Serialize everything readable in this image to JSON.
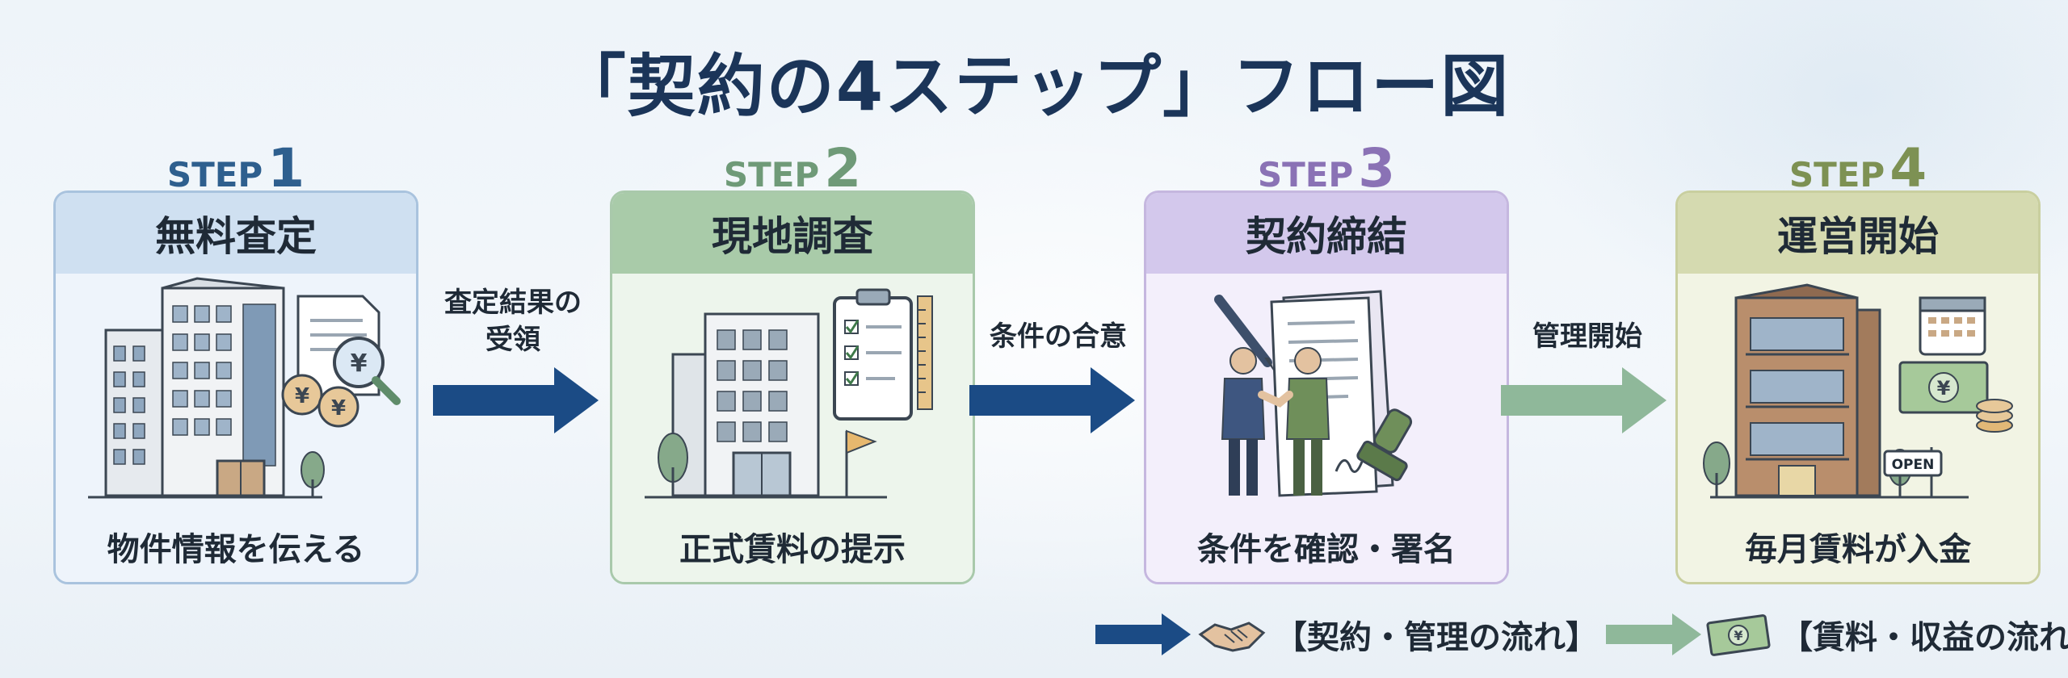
{
  "title": "「契約の4ステップ」フロー図",
  "steps": [
    {
      "step_word": "STEP",
      "number": "1",
      "heading": "無料査定",
      "caption": "物件情報を伝える",
      "color": "#2e5f8e"
    },
    {
      "step_word": "STEP",
      "number": "2",
      "heading": "現地調査",
      "caption": "正式賃料の提示",
      "color": "#6f9a78"
    },
    {
      "step_word": "STEP",
      "number": "3",
      "heading": "契約締結",
      "caption": "条件を確認・署名",
      "color": "#8a72b5"
    },
    {
      "step_word": "STEP",
      "number": "4",
      "heading": "運営開始",
      "caption": "毎月賃料が入金",
      "color": "#7d9153"
    }
  ],
  "connectors": [
    {
      "line1": "査定結果の",
      "line2": "受領",
      "color": "#1b4b85"
    },
    {
      "line1": "条件の合意",
      "line2": "",
      "color": "#1b4b85"
    },
    {
      "line1": "管理開始",
      "line2": "",
      "color": "#8fb89a"
    }
  ],
  "icons": {
    "step1": [
      "office-building-icon",
      "document-icon",
      "magnifier-yen-icon",
      "yen-coins-icon",
      "tree-icon"
    ],
    "step2": [
      "building-icon",
      "clipboard-checklist-icon",
      "ruler-icon",
      "flag-icon",
      "tree-icon"
    ],
    "step3": [
      "pen-icon",
      "handshake-people-icon",
      "contract-document-icon",
      "stamp-icon"
    ],
    "step4": [
      "apartment-icon",
      "calendar-icon",
      "yen-banknote-icon",
      "coin-stack-icon",
      "open-sign-icon",
      "tree-icon"
    ],
    "open_sign_text": "OPEN",
    "yen_symbol": "¥"
  },
  "legend": [
    {
      "text": "【契約・管理の流れ】",
      "arrow_color": "#1b4b85",
      "icon": "handshake-icon"
    },
    {
      "text": "【賃料・収益の流れ】",
      "arrow_color": "#8fb89a",
      "icon": "yen-banknote-icon"
    }
  ]
}
